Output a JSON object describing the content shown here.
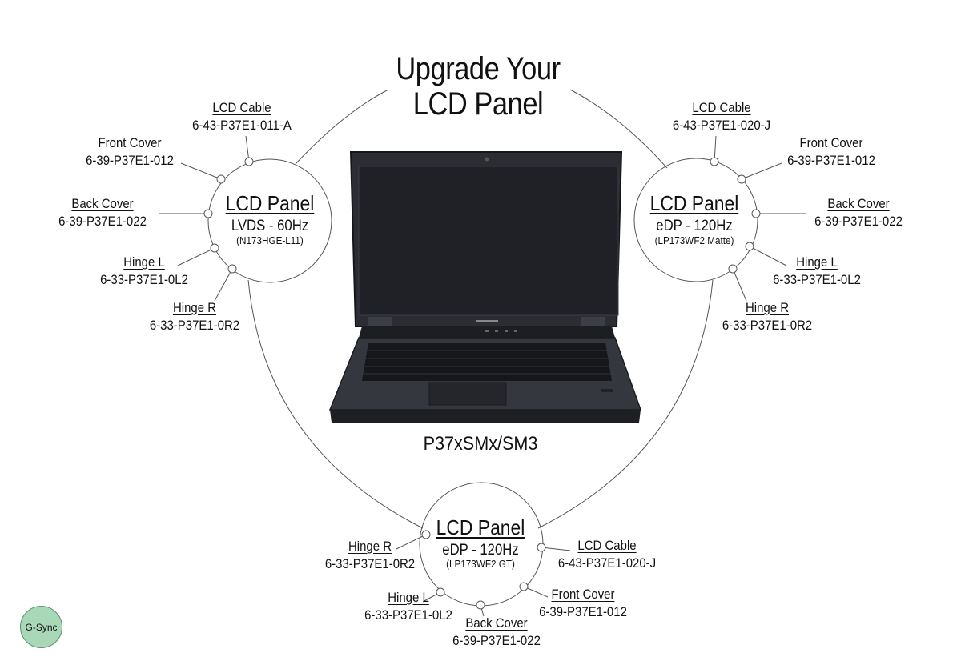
{
  "title_line1": "Upgrade Your",
  "title_line2": "LCD Panel",
  "laptop_model": "P37xSMx/SM3",
  "badge": "G-Sync",
  "panels": [
    {
      "title": "LCD Panel",
      "interface": "LVDS - 60Hz",
      "model": "(N173HGE-L11)",
      "parts": [
        {
          "name": "LCD Cable",
          "number": "6-43-P37E1-011-A"
        },
        {
          "name": "Front Cover",
          "number": "6-39-P37E1-012"
        },
        {
          "name": "Back Cover",
          "number": "6-39-P37E1-022"
        },
        {
          "name": "Hinge L",
          "number": "6-33-P37E1-0L2"
        },
        {
          "name": "Hinge R",
          "number": "6-33-P37E1-0R2"
        }
      ]
    },
    {
      "title": "LCD Panel",
      "interface": "eDP - 120Hz",
      "model": "(LP173WF2 Matte)",
      "parts": [
        {
          "name": "LCD Cable",
          "number": "6-43-P37E1-020-J"
        },
        {
          "name": "Front Cover",
          "number": "6-39-P37E1-012"
        },
        {
          "name": "Back Cover",
          "number": "6-39-P37E1-022"
        },
        {
          "name": "Hinge L",
          "number": "6-33-P37E1-0L2"
        },
        {
          "name": "Hinge R",
          "number": "6-33-P37E1-0R2"
        }
      ]
    },
    {
      "title": "LCD Panel",
      "interface": "eDP - 120Hz",
      "model": "(LP173WF2 GT)",
      "parts": [
        {
          "name": "Hinge R",
          "number": "6-33-P37E1-0R2"
        },
        {
          "name": "Hinge L",
          "number": "6-33-P37E1-0L2"
        },
        {
          "name": "Back Cover",
          "number": "6-39-P37E1-022"
        },
        {
          "name": "LCD Cable",
          "number": "6-43-P37E1-020-J"
        },
        {
          "name": "Front Cover",
          "number": "6-39-P37E1-012"
        }
      ]
    }
  ]
}
